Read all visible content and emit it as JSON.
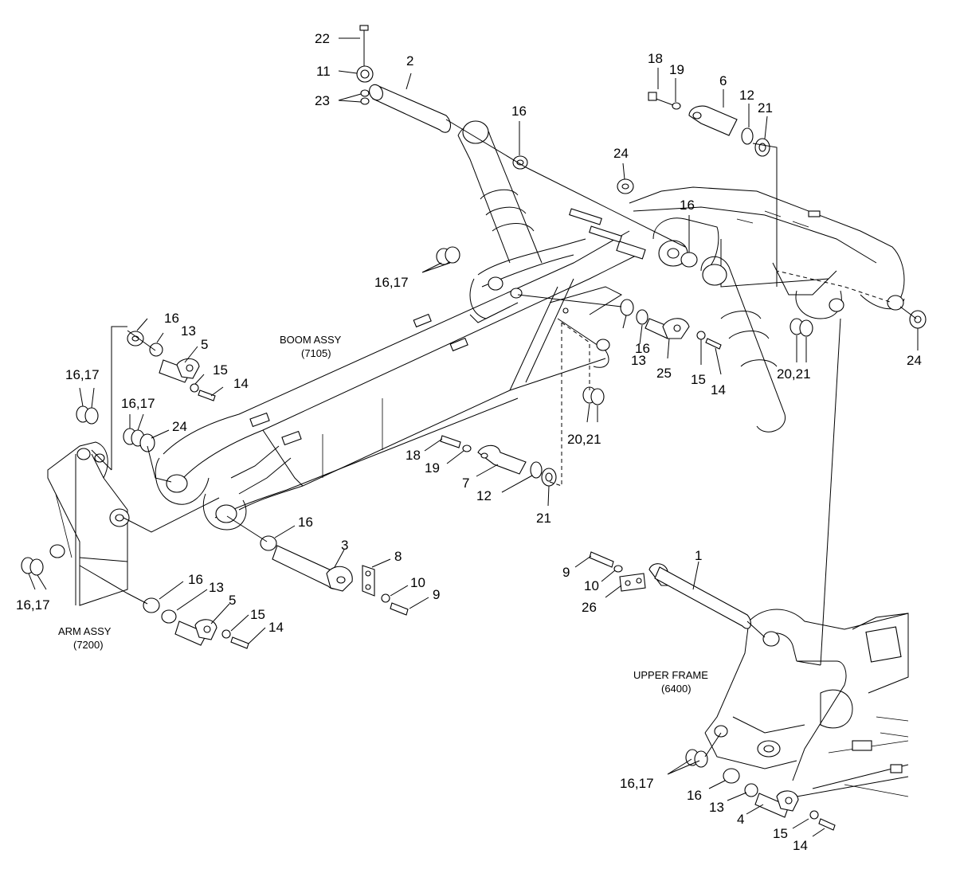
{
  "assemblies": {
    "boom": {
      "name": "BOOM ASSY",
      "code": "(7105)"
    },
    "arm": {
      "name": "ARM ASSY",
      "code": "(7200)"
    },
    "upper_frame": {
      "name": "UPPER FRAME",
      "code": "(6400)"
    }
  },
  "callouts": [
    {
      "id": "c1",
      "text": "22"
    },
    {
      "id": "c2",
      "text": "11"
    },
    {
      "id": "c3",
      "text": "23"
    },
    {
      "id": "c4",
      "text": "2"
    },
    {
      "id": "c5",
      "text": "16"
    },
    {
      "id": "c6",
      "text": "18"
    },
    {
      "id": "c7",
      "text": "19"
    },
    {
      "id": "c8",
      "text": "6"
    },
    {
      "id": "c9",
      "text": "12"
    },
    {
      "id": "c10",
      "text": "21"
    },
    {
      "id": "c11",
      "text": "24"
    },
    {
      "id": "c12",
      "text": "16"
    },
    {
      "id": "c13",
      "text": "16,17"
    },
    {
      "id": "c14",
      "text": "16"
    },
    {
      "id": "c15",
      "text": "13"
    },
    {
      "id": "c16",
      "text": "5"
    },
    {
      "id": "c17",
      "text": "16,17"
    },
    {
      "id": "c18",
      "text": "15"
    },
    {
      "id": "c19",
      "text": "14"
    },
    {
      "id": "c20",
      "text": "16,17"
    },
    {
      "id": "c21",
      "text": "24"
    },
    {
      "id": "c22",
      "text": "16"
    },
    {
      "id": "c23",
      "text": "13"
    },
    {
      "id": "c24",
      "text": "25"
    },
    {
      "id": "c25",
      "text": "15"
    },
    {
      "id": "c26",
      "text": "14"
    },
    {
      "id": "c27",
      "text": "20,21"
    },
    {
      "id": "c28",
      "text": "24"
    },
    {
      "id": "c29",
      "text": "20,21"
    },
    {
      "id": "c30",
      "text": "18"
    },
    {
      "id": "c31",
      "text": "19"
    },
    {
      "id": "c32",
      "text": "7"
    },
    {
      "id": "c33",
      "text": "12"
    },
    {
      "id": "c34",
      "text": "21"
    },
    {
      "id": "c35",
      "text": "16"
    },
    {
      "id": "c36",
      "text": "3"
    },
    {
      "id": "c37",
      "text": "8"
    },
    {
      "id": "c38",
      "text": "10"
    },
    {
      "id": "c39",
      "text": "9"
    },
    {
      "id": "c40",
      "text": "16,17"
    },
    {
      "id": "c41",
      "text": "16"
    },
    {
      "id": "c42",
      "text": "13"
    },
    {
      "id": "c43",
      "text": "5"
    },
    {
      "id": "c44",
      "text": "15"
    },
    {
      "id": "c45",
      "text": "14"
    },
    {
      "id": "c46",
      "text": "9"
    },
    {
      "id": "c47",
      "text": "10"
    },
    {
      "id": "c48",
      "text": "1"
    },
    {
      "id": "c49",
      "text": "26"
    },
    {
      "id": "c50",
      "text": "16,17"
    },
    {
      "id": "c51",
      "text": "16"
    },
    {
      "id": "c52",
      "text": "13"
    },
    {
      "id": "c53",
      "text": "4"
    },
    {
      "id": "c54",
      "text": "15"
    },
    {
      "id": "c55",
      "text": "14"
    }
  ]
}
